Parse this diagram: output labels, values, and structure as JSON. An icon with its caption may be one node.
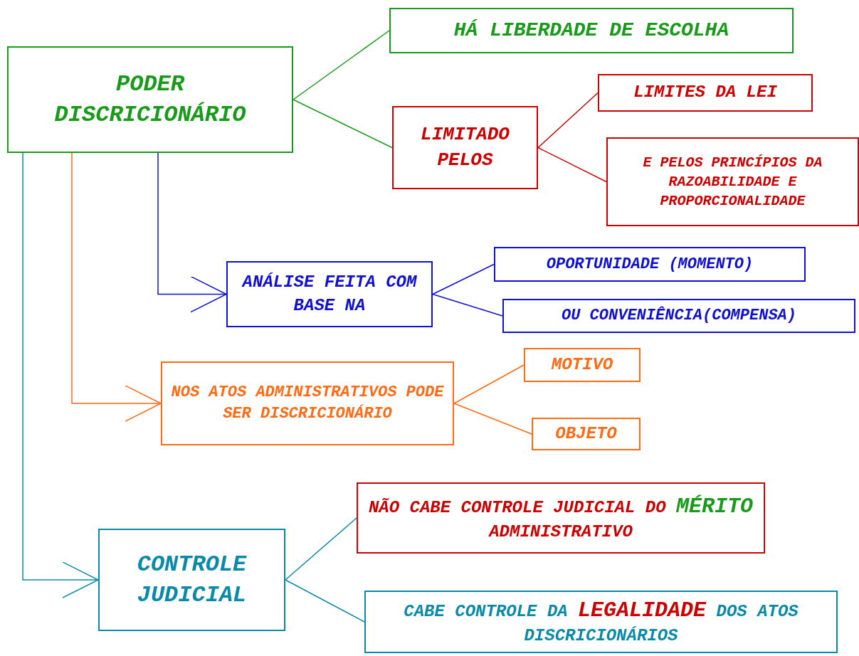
{
  "diagram": {
    "nodes": [
      {
        "text": [
          "PODER DISCRICIONÁRIO"
        ]
      },
      {
        "text": [
          "HÁ LIBERDADE DE ESCOLHA"
        ]
      },
      {
        "text": [
          "LIMITADO PELOS"
        ]
      },
      {
        "text": [
          "LIMITES DA LEI"
        ]
      },
      {
        "text": [
          "E PELOS PRINCÍPIOS DA RAZOABILIDADE E PROPORCIONALIDADE"
        ]
      },
      {
        "text": [
          "ANÁLISE FEITA COM BASE NA"
        ]
      },
      {
        "text": [
          "OPORTUNIDADE (MOMENTO)"
        ]
      },
      {
        "text": [
          "OU CONVENIÊNCIA(COMPENSA)"
        ]
      },
      {
        "text": [
          "NOS ATOS ADMINISTRATIVOS PODE SER DISCRICIONÁRIO"
        ]
      },
      {
        "text": [
          "MOTIVO"
        ]
      },
      {
        "text": [
          "OBJETO"
        ]
      },
      {
        "text": [
          "CONTROLE JUDICIAL"
        ]
      },
      {
        "text": [
          "NÃO CABE CONTROLE JUDICIAL DO **MÉRITO** ADMINISTRATIVO"
        ]
      },
      {
        "text": [
          "CABE CONTROLE DA **LEGALIDADE** DOS ATOS DISCRICIONÁRIOS"
        ]
      }
    ],
    "edges": [
      {
        "from": 0,
        "to": 1,
        "arrow": "none",
        "color": "#1a9a1a"
      },
      {
        "from": 0,
        "to": 2,
        "arrow": "none",
        "color": "#1a9a1a"
      },
      {
        "from": 2,
        "to": 3,
        "arrow": "none",
        "color": "#cc0000"
      },
      {
        "from": 2,
        "to": 4,
        "arrow": "none",
        "color": "#cc0000"
      },
      {
        "from": 0,
        "to": 5,
        "arrow": "to",
        "color": "#1010d0"
      },
      {
        "from": 5,
        "to": 6,
        "arrow": "none",
        "color": "#1010d0"
      },
      {
        "from": 5,
        "to": 7,
        "arrow": "none",
        "color": "#1010d0"
      },
      {
        "from": 0,
        "to": 8,
        "arrow": "to",
        "color": "#ff6a13"
      },
      {
        "from": 8,
        "to": 9,
        "arrow": "none",
        "color": "#ff6a13"
      },
      {
        "from": 8,
        "to": 10,
        "arrow": "none",
        "color": "#ff6a13"
      },
      {
        "from": 0,
        "to": 11,
        "arrow": "to",
        "color": "#0a8aa8"
      },
      {
        "from": 11,
        "to": 12,
        "arrow": "none",
        "color": "#0a8aa8"
      },
      {
        "from": 11,
        "to": 13,
        "arrow": "none",
        "color": "#0a8aa8"
      }
    ]
  }
}
